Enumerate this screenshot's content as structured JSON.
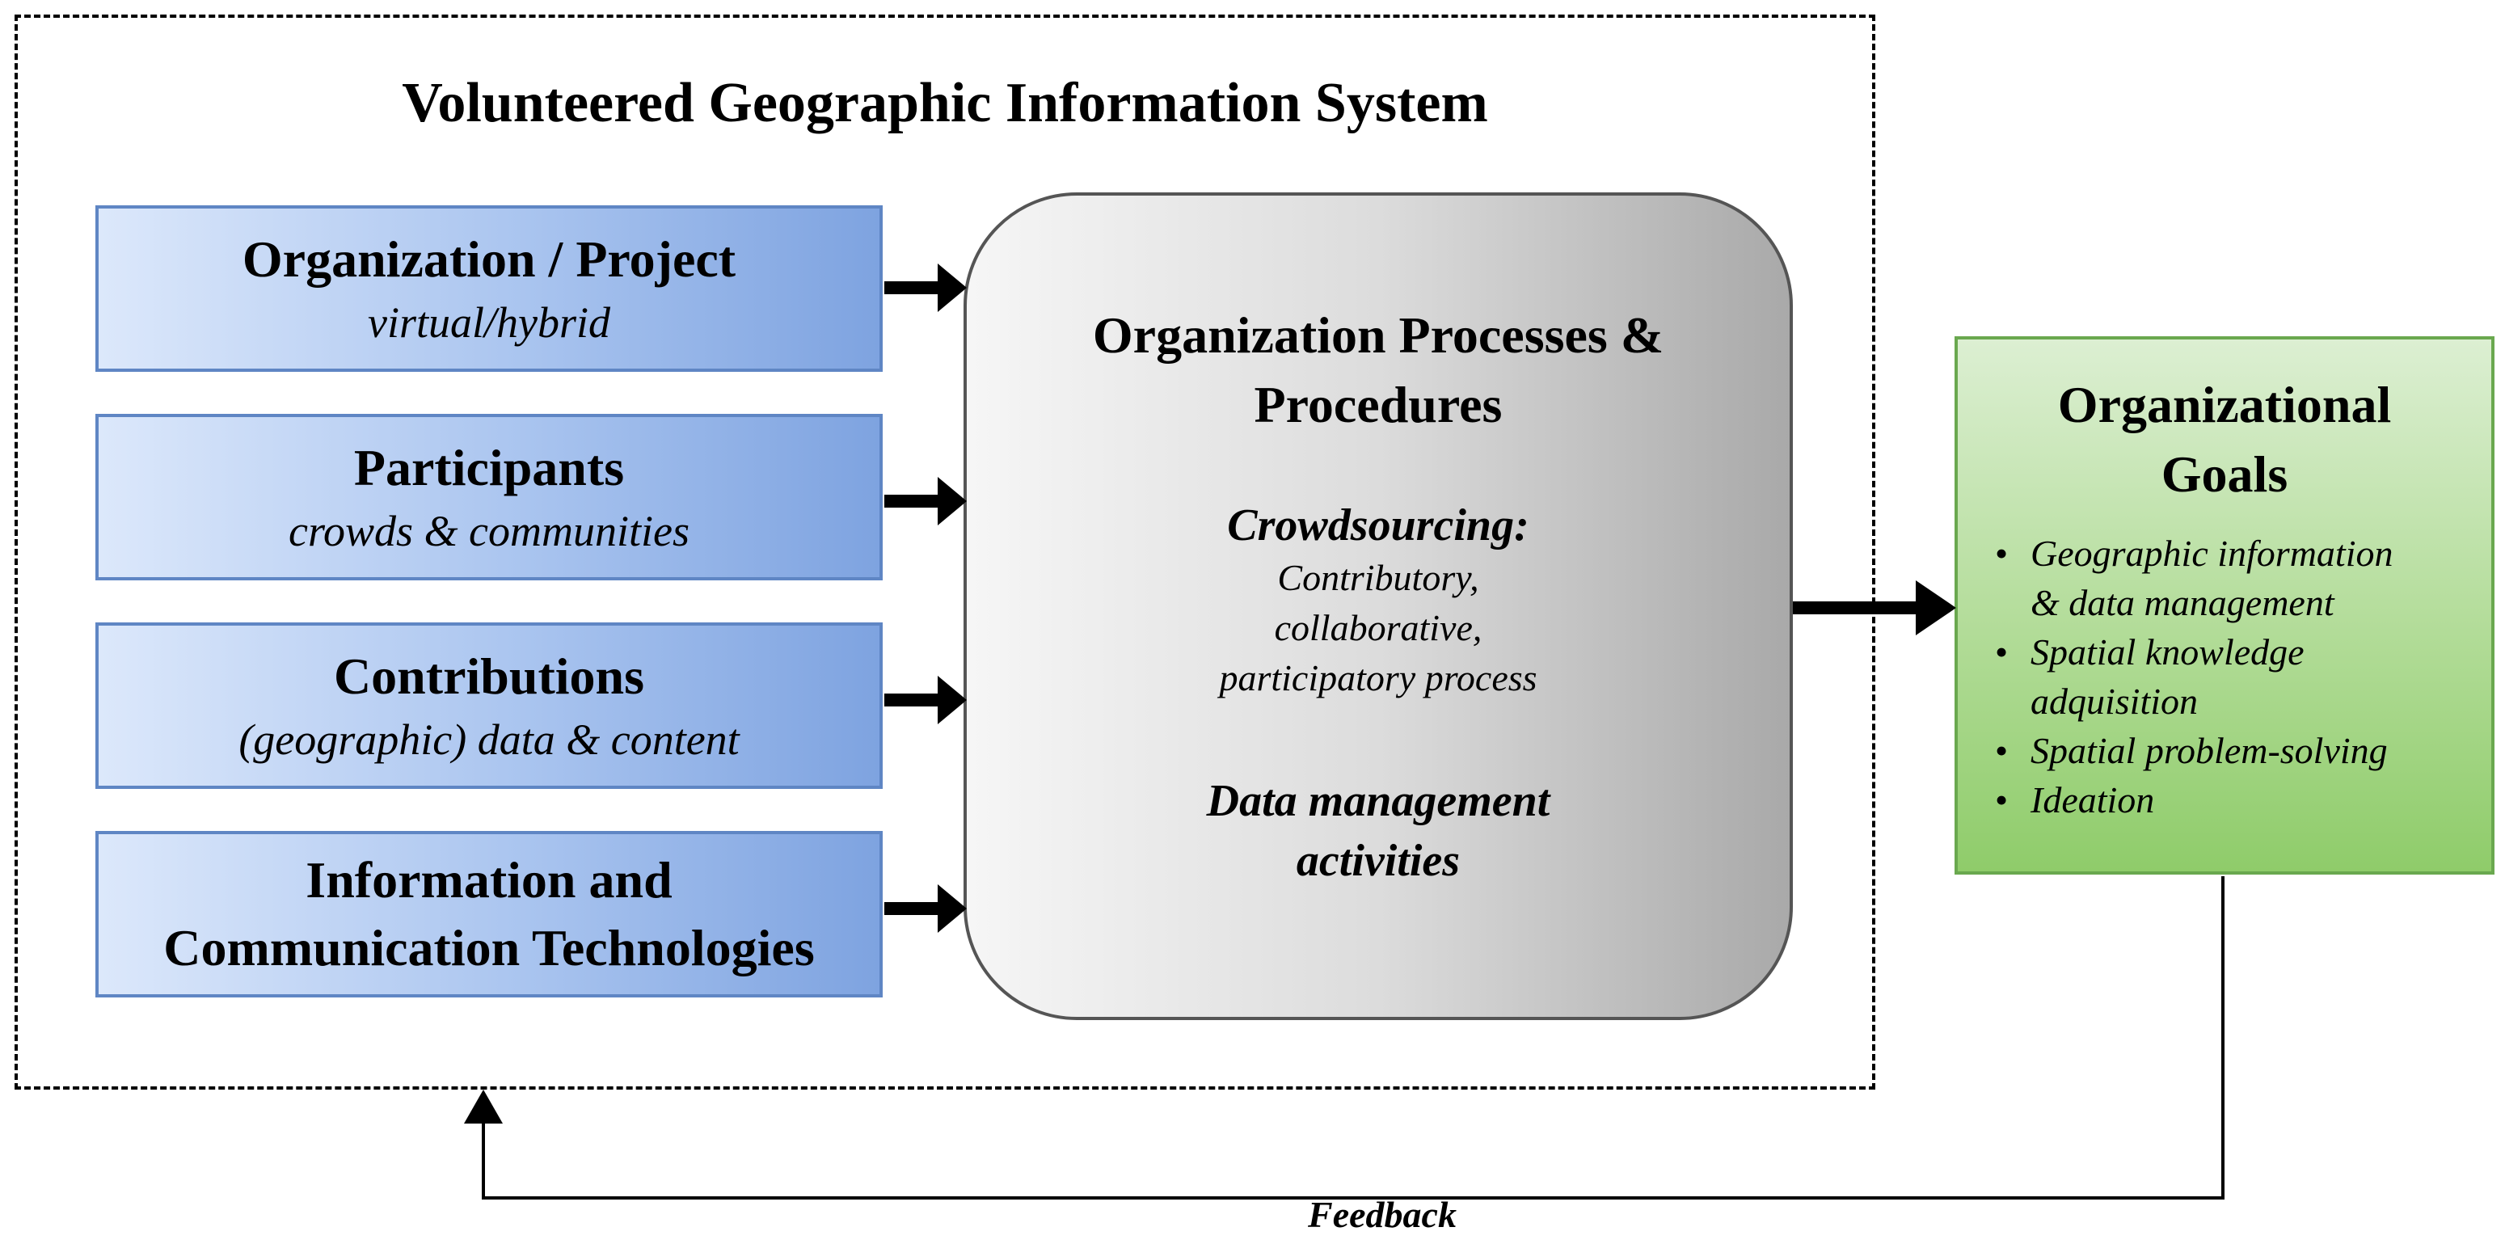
{
  "system": {
    "title": "Volunteered Geographic Information System"
  },
  "inputs": [
    {
      "title": "Organization / Project",
      "subtitle": "virtual/hybrid"
    },
    {
      "title": "Participants",
      "subtitle": "crowds & communities"
    },
    {
      "title": "Contributions",
      "subtitle": "(geographic) data & content"
    },
    {
      "title_line1": "Information and",
      "title_line2": "Communication Technologies"
    }
  ],
  "process": {
    "title_line1": "Organization Processes &",
    "title_line2": "Procedures",
    "crowdsourcing_title": "Crowdsourcing:",
    "crowdsourcing_lines": [
      "Contributory,",
      "collaborative,",
      "participatory process"
    ],
    "data_mgmt_line1": "Data management",
    "data_mgmt_line2": "activities"
  },
  "goals": {
    "title_line1": "Organizational",
    "title_line2": "Goals",
    "items": [
      {
        "line1": "Geographic information",
        "line2": "& data management"
      },
      {
        "line1": "Spatial knowledge",
        "line2": "adquisition"
      },
      {
        "line1": "Spatial problem-solving"
      },
      {
        "line1": "Ideation"
      }
    ]
  },
  "feedback": {
    "label": "Feedback"
  },
  "colors": {
    "input_box_border": "#5f86c4",
    "process_box_border": "#555555",
    "goals_box_border": "#6aa84f",
    "arrow": "#000000"
  }
}
